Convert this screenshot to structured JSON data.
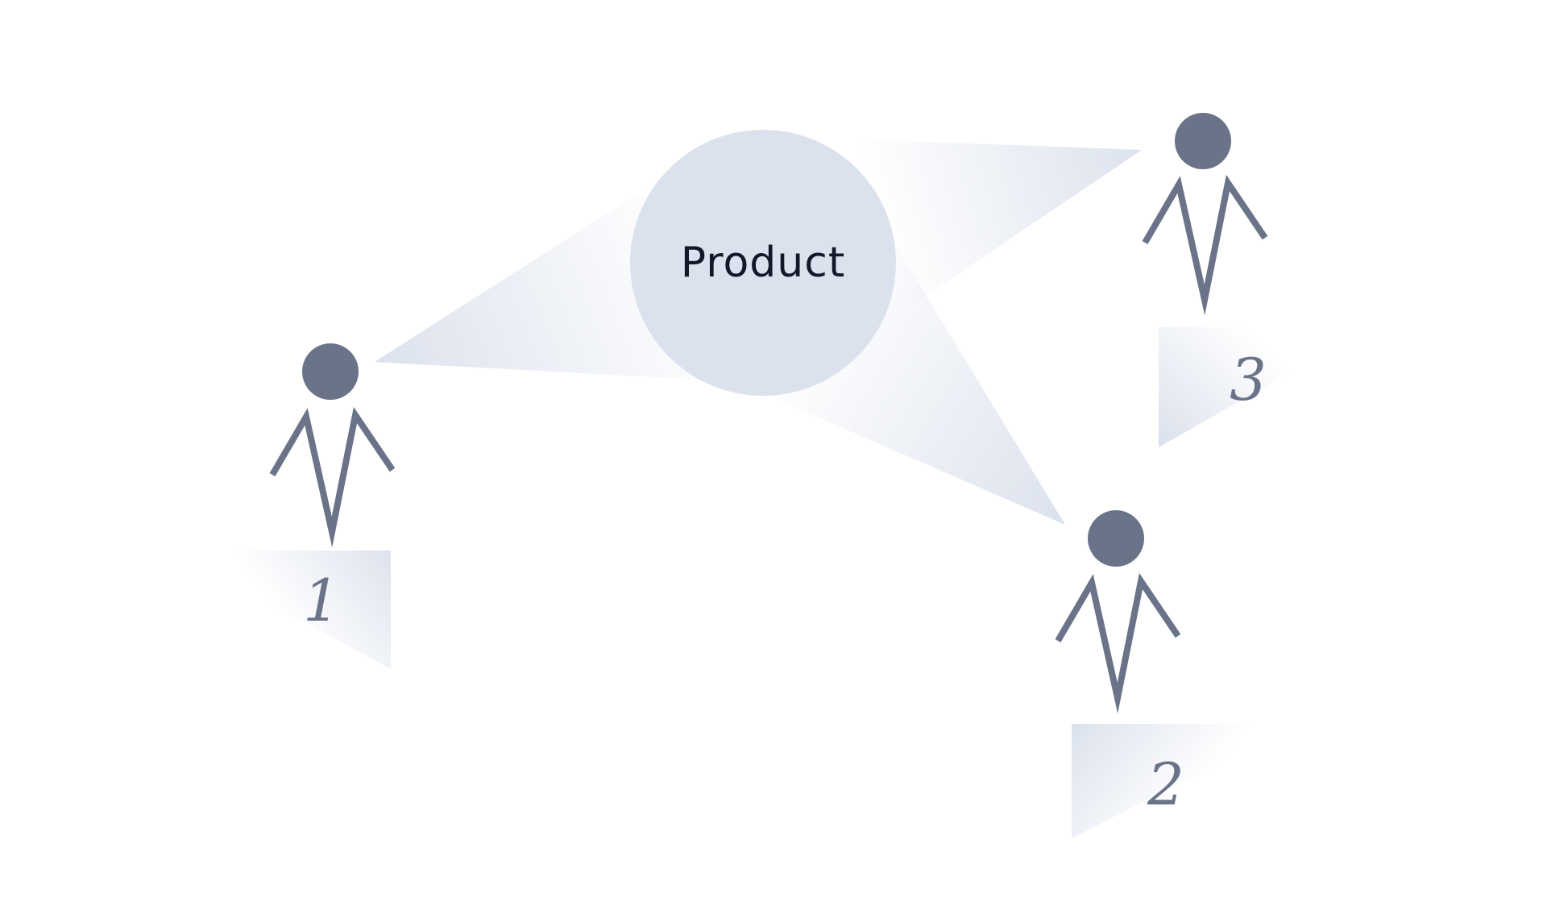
{
  "diagram": {
    "center": {
      "label": "Product"
    },
    "people": [
      {
        "number": "1"
      },
      {
        "number": "2"
      },
      {
        "number": "3"
      }
    ]
  },
  "colors": {
    "figure": "#6b7389",
    "circle_fill": "#dce2ed",
    "beam": "#dce2ed",
    "text_dark": "#111827",
    "number": "#6b7389"
  },
  "icons": {
    "person": "person-icon",
    "product": "product-circle"
  }
}
